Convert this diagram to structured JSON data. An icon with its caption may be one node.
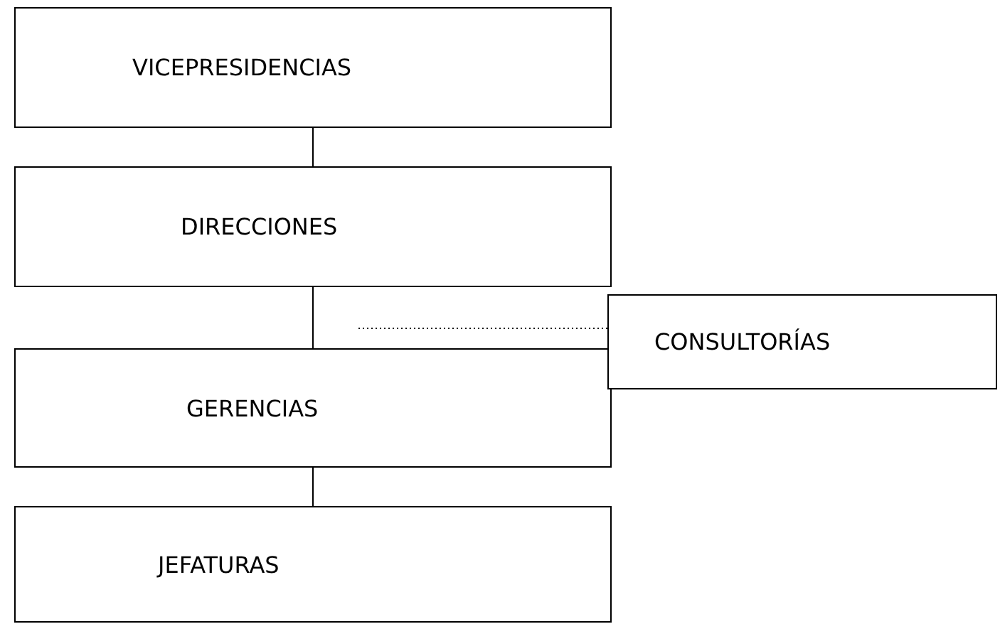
{
  "diagram": {
    "nodes": [
      {
        "text": [
          "VICEPRESIDENCIAS"
        ]
      },
      {
        "text": [
          "DIRECCIONES"
        ]
      },
      {
        "text": [
          "GERENCIAS"
        ]
      },
      {
        "text": [
          "JEFATURAS"
        ]
      },
      {
        "text": [
          "CONSULTORÍAS"
        ]
      }
    ],
    "edges": [
      {
        "from": 0,
        "to": 1,
        "arrow": "none"
      },
      {
        "from": 1,
        "to": 2,
        "arrow": "none"
      },
      {
        "from": 2,
        "to": 3,
        "arrow": "none"
      },
      {
        "from": 4,
        "to": null,
        "arrow": "none",
        "style": "dashed"
      }
    ]
  }
}
